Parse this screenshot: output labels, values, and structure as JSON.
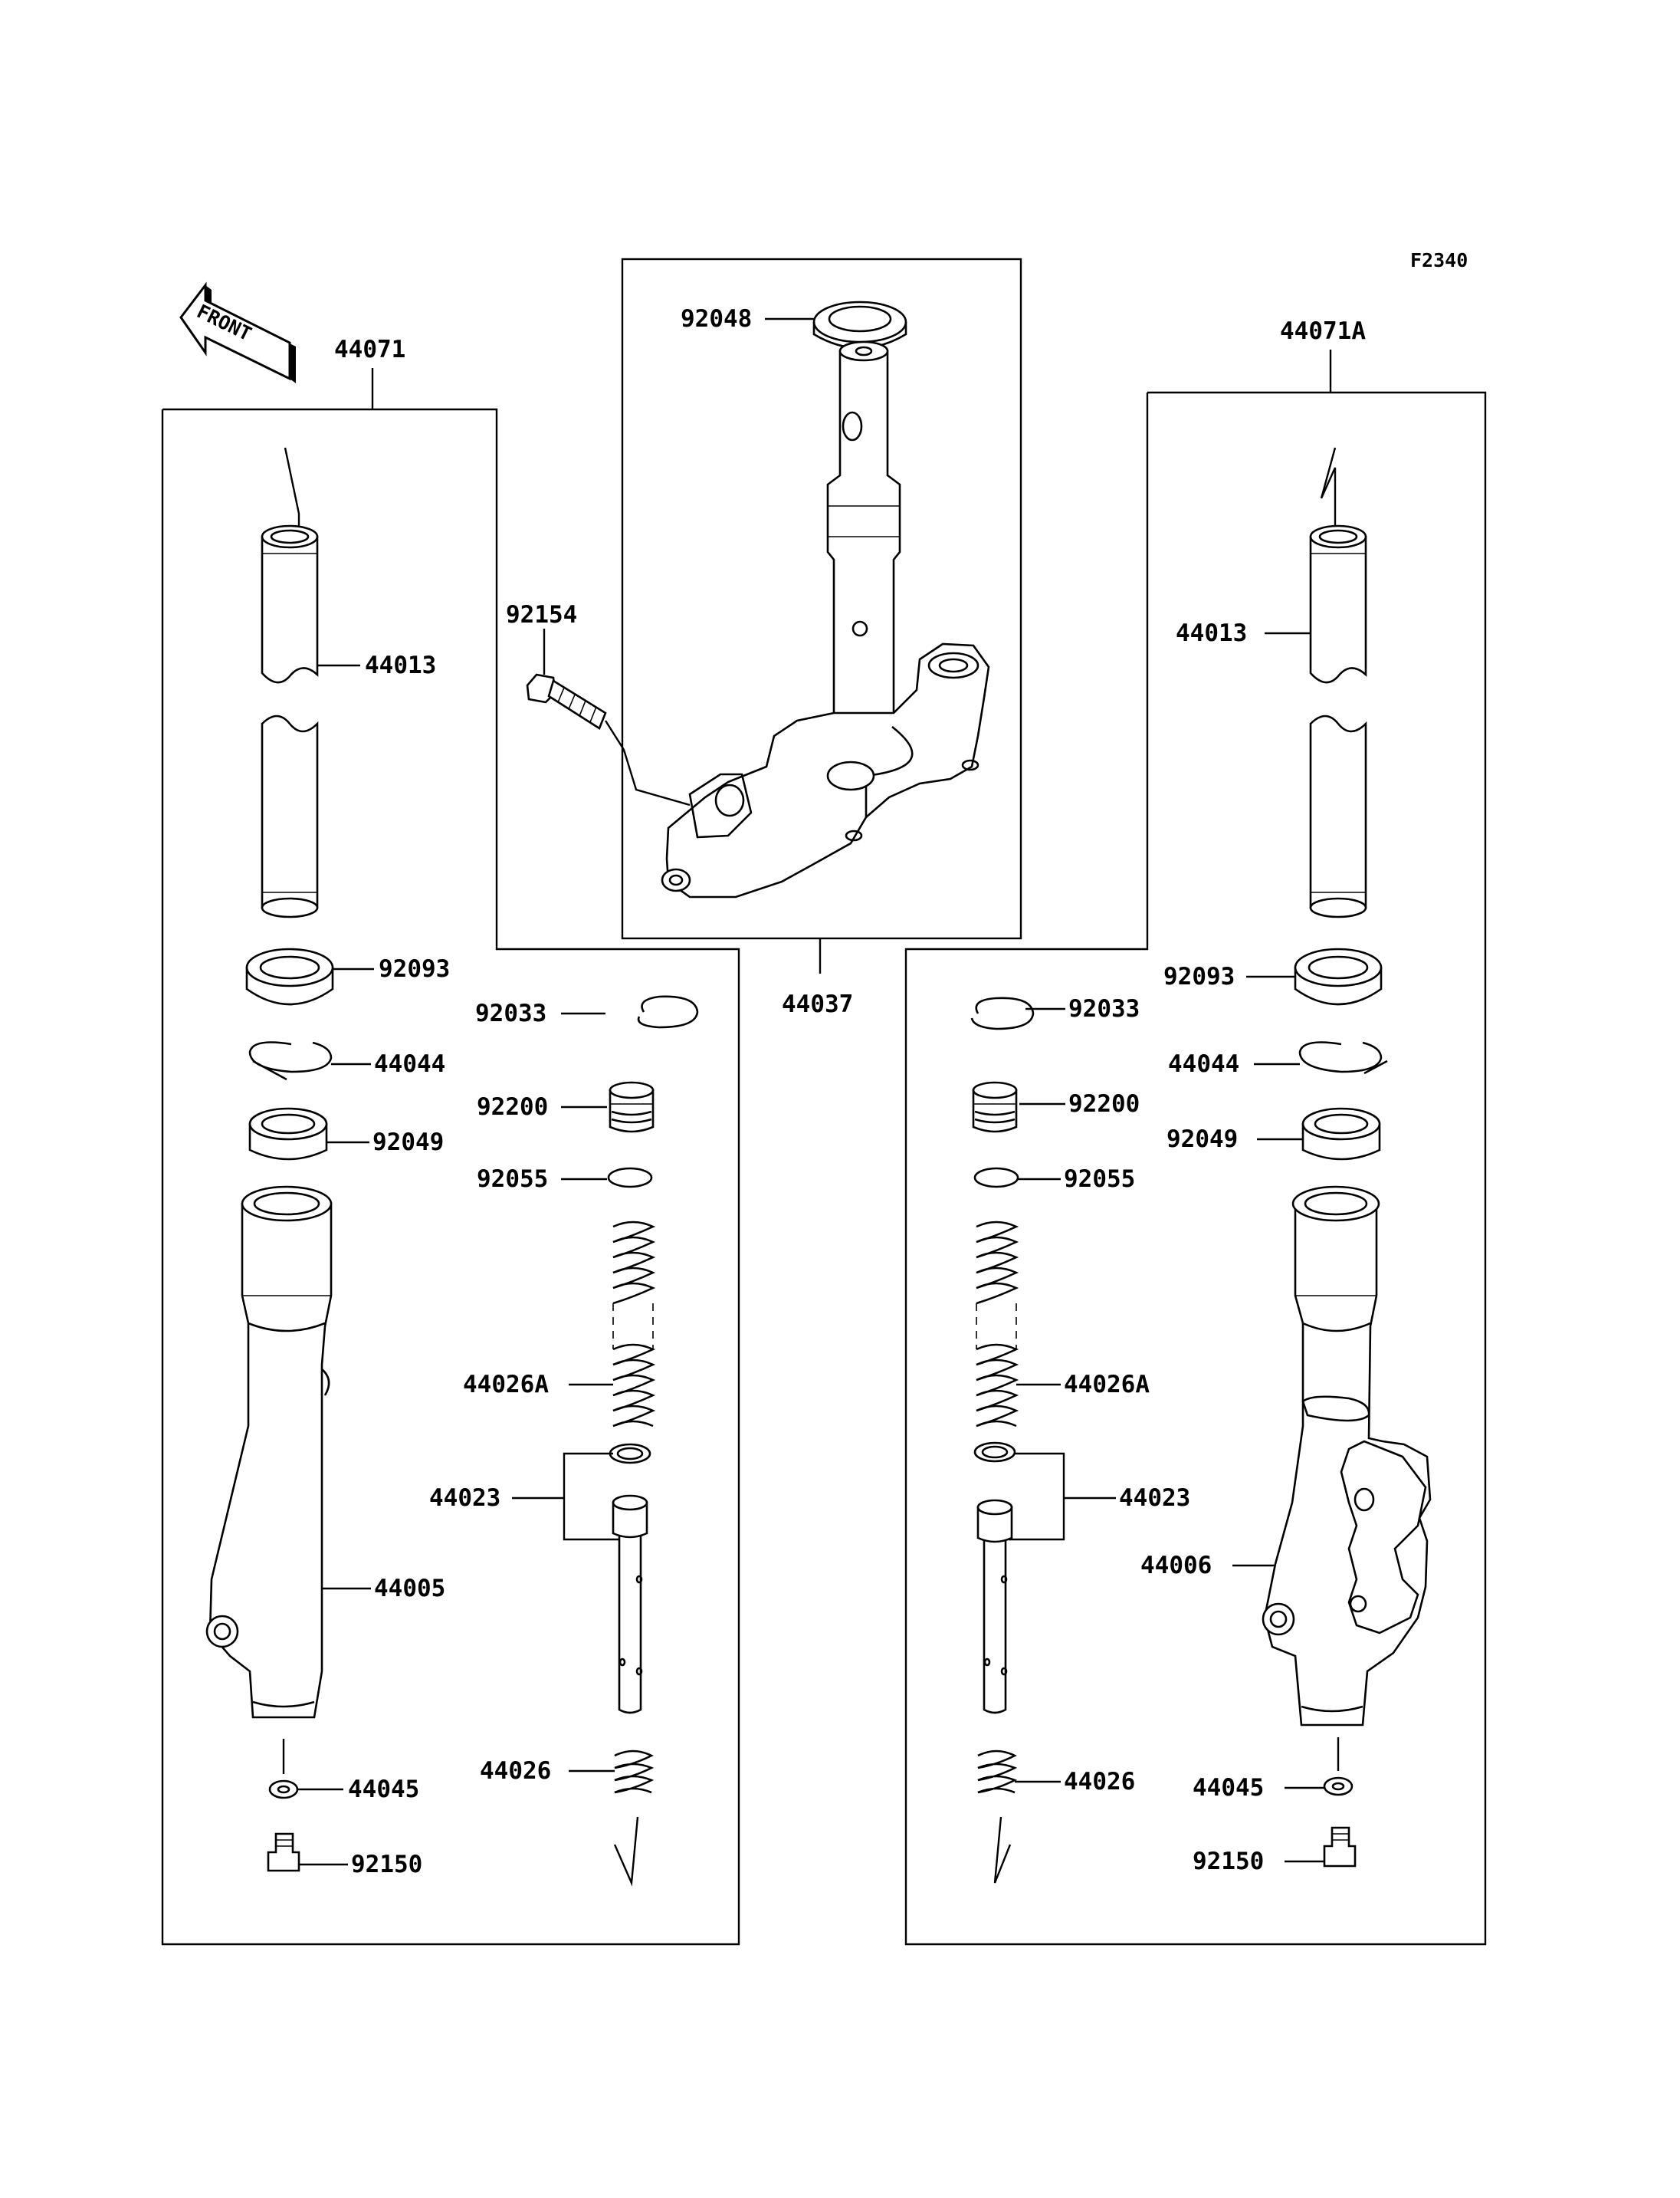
{
  "figure_id": "F2340",
  "front_label": "FRONT",
  "labels": {
    "fork_left_assy": "44071",
    "fork_right_assy": "44071A",
    "stem_seal": "92048",
    "stem_bolt": "92154",
    "steering_stem": "44037",
    "inner_tube_left": "44013",
    "inner_tube_right": "44013",
    "dust_seal_left": "92093",
    "dust_seal_right": "92093",
    "circlip_left": "92033",
    "circlip_right": "92033",
    "stopper_left": "44044",
    "stopper_right": "44044",
    "cap_bolt_left": "92200",
    "cap_bolt_right": "92200",
    "oil_seal_left": "92049",
    "oil_seal_right": "92049",
    "oring_left": "92055",
    "oring_right": "92055",
    "fork_spring_left": "44026A",
    "fork_spring_right": "44026A",
    "cylinder_left": "44023",
    "cylinder_right": "44023",
    "outer_tube_left": "44005",
    "outer_tube_right": "44006",
    "rebound_spring_left": "44026",
    "rebound_spring_right": "44026",
    "gasket_left": "44045",
    "gasket_right": "44045",
    "allen_bolt_left": "92150",
    "allen_bolt_right": "92150"
  }
}
